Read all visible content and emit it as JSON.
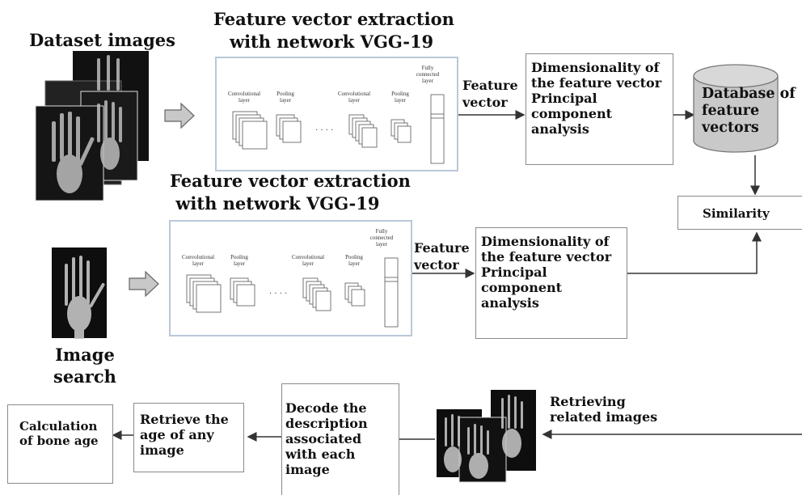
{
  "labels": {
    "dataset_images": "Dataset images",
    "image_search_line1": "Image",
    "image_search_line2": "search",
    "fve_top_line1": "Feature vector extraction",
    "fve_top_line2": "with network VGG-19",
    "fve_mid_line1": "Feature vector extraction",
    "fve_mid_line2": " with network VGG-19",
    "feature_top_1": "Feature",
    "feature_top_2": "vector",
    "feature_mid_1": "Feature",
    "feature_mid_2": "vector",
    "retrieving_1": "Retrieving",
    "retrieving_2": "related images"
  },
  "network": {
    "conv": "Convolutional layer",
    "pool": "Pooling layer",
    "fc": "Fully connected layer"
  },
  "boxes": {
    "pca_top": [
      "Dimensionality of",
      "the feature vector",
      "Principal",
      "component",
      "analysis"
    ],
    "pca_mid": [
      "Dimensionality of",
      "the feature vector",
      "Principal",
      "component",
      "analysis"
    ],
    "database": [
      "Database of",
      "feature",
      "vectors"
    ],
    "similarity": "Similarity",
    "bone_age": [
      "Calculation",
      "of bone age"
    ],
    "retrieve_age": [
      "Retrieve the",
      "age of any",
      "image"
    ],
    "decode": [
      "Decode the",
      "description",
      "associated",
      "with each",
      "image"
    ]
  }
}
